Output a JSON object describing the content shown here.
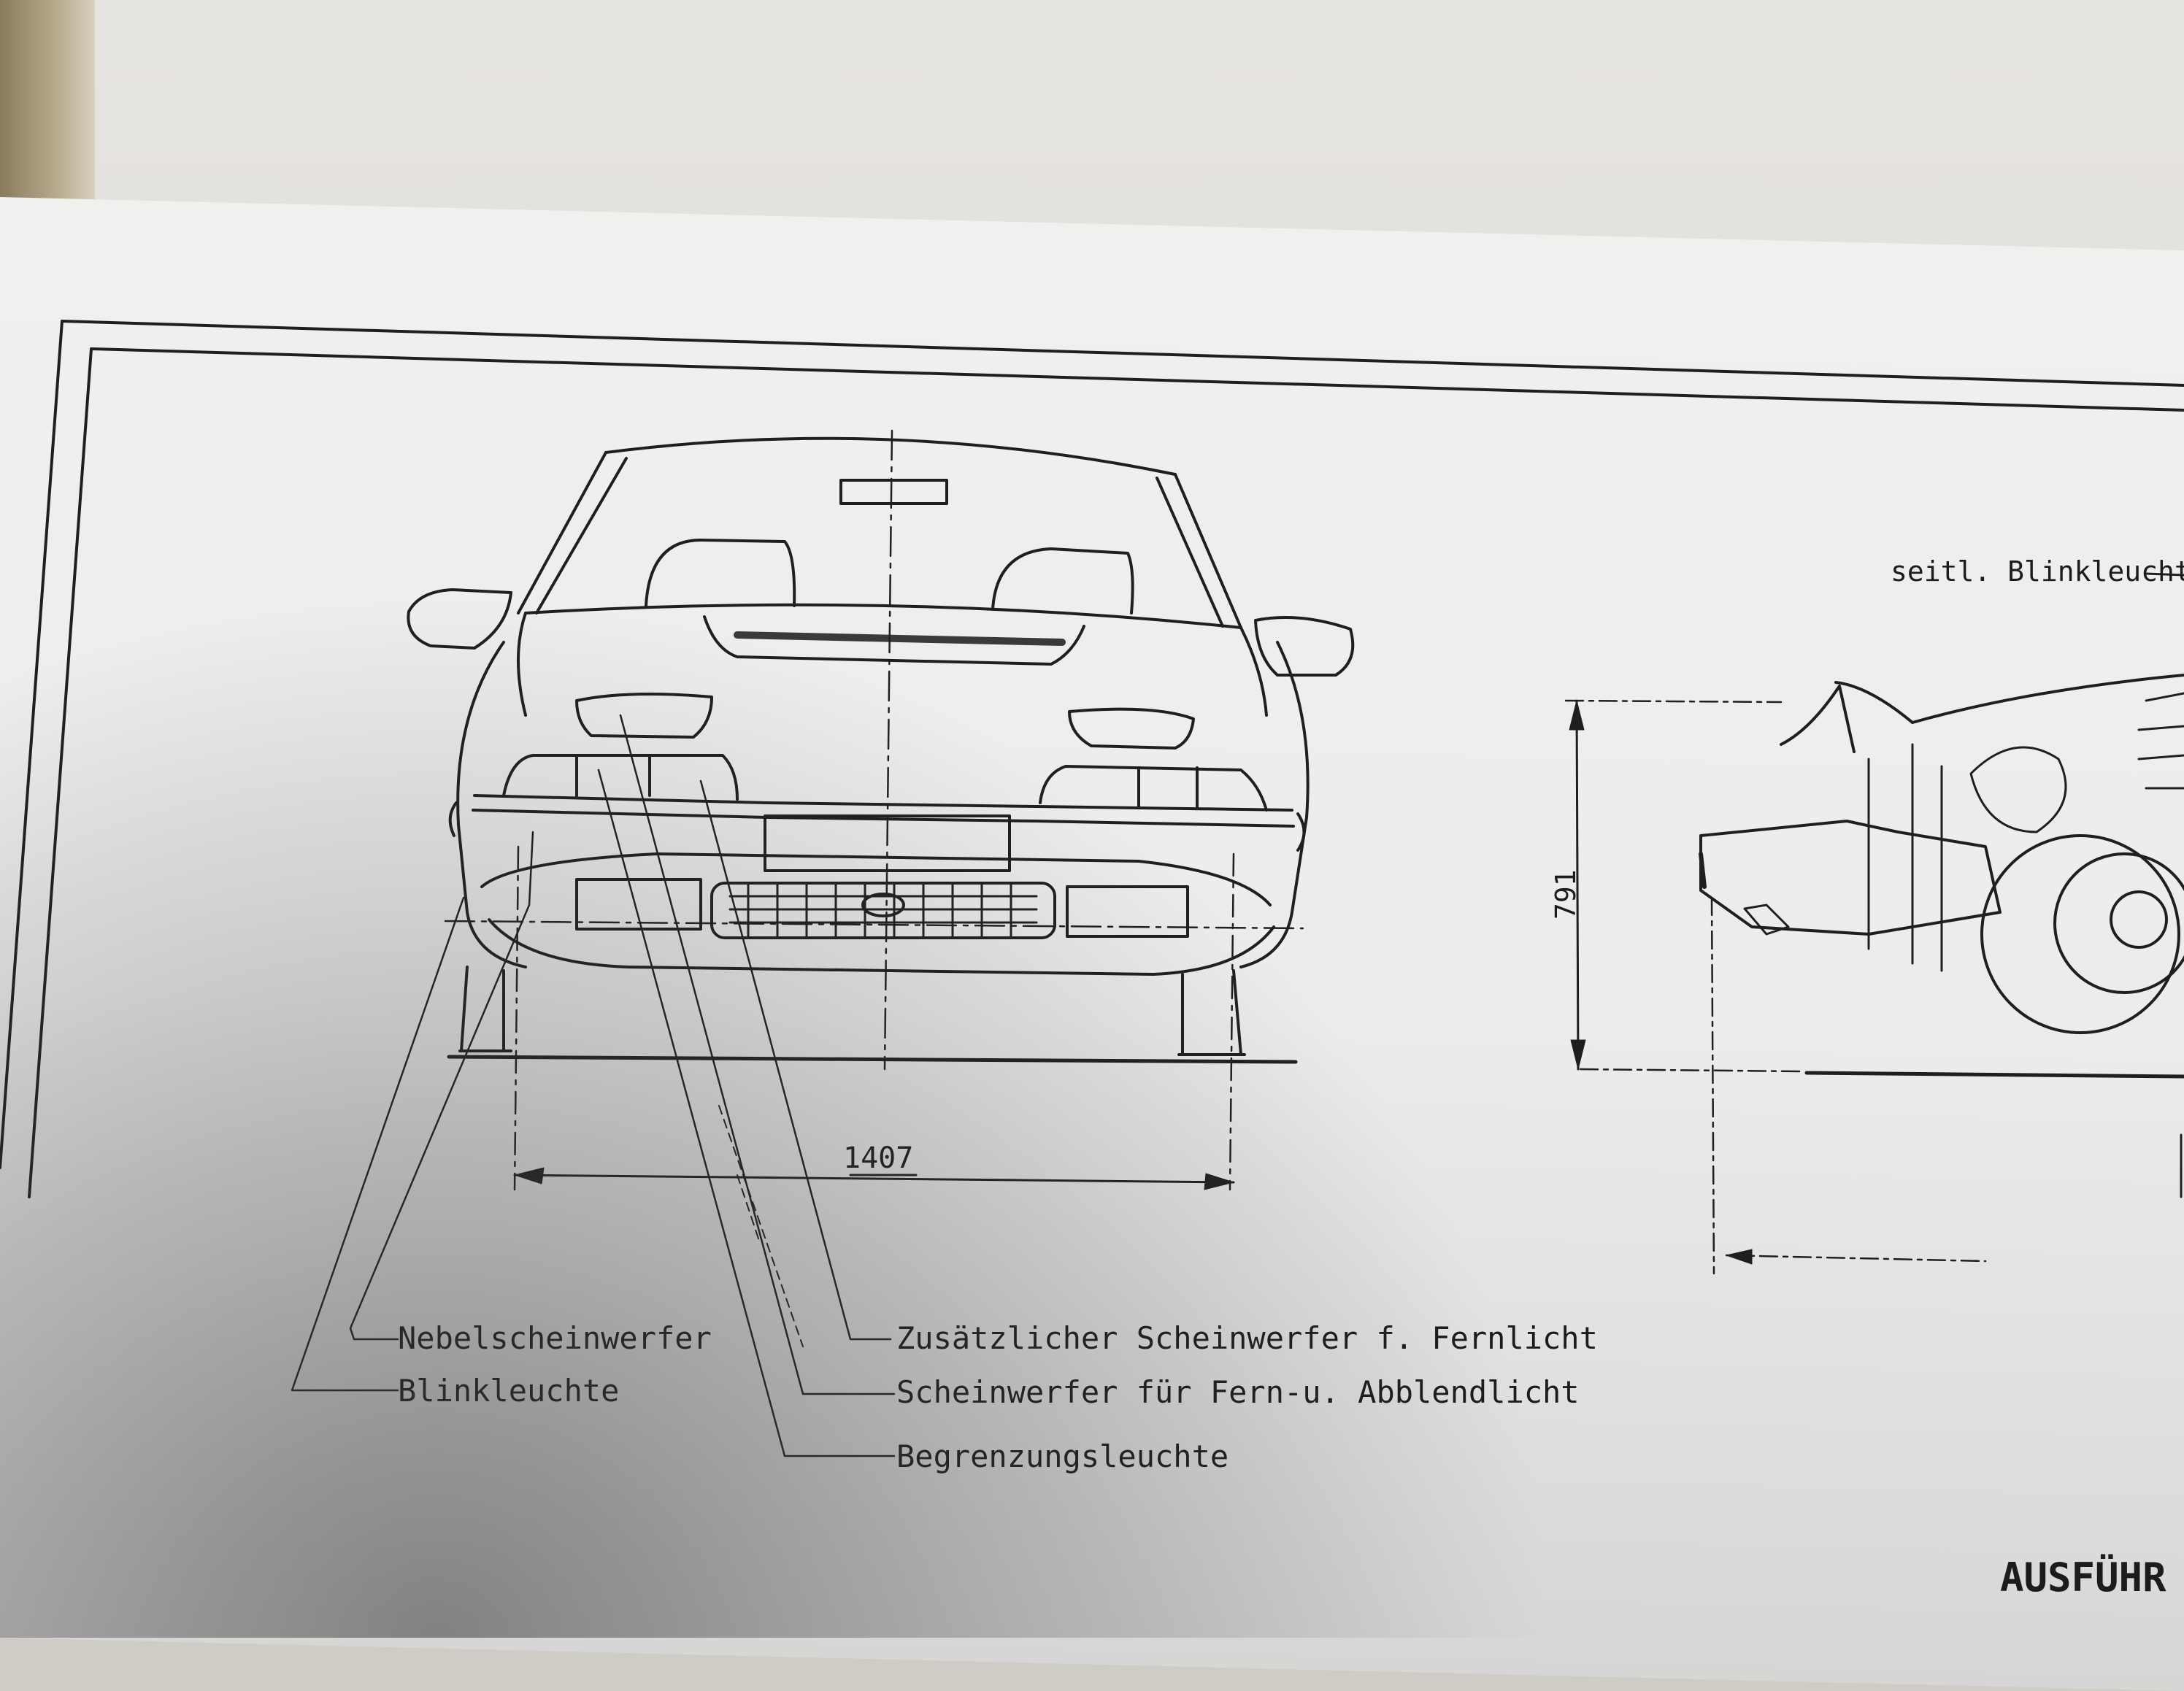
{
  "labels": {
    "track_width": "1407",
    "height": "791",
    "side_indicator": "seitl. Blinkleuchte",
    "fog_light": "Nebelscheinwerfer",
    "indicator": "Blinkleuchte",
    "additional_headlight": "Zusätzlicher Scheinwerfer f. Fernlicht",
    "main_headlight": "Scheinwerfer für Fern-u. Abblendlicht",
    "position_light": "Begrenzungsleuchte",
    "footer_partial": "AUSFÜHR"
  }
}
